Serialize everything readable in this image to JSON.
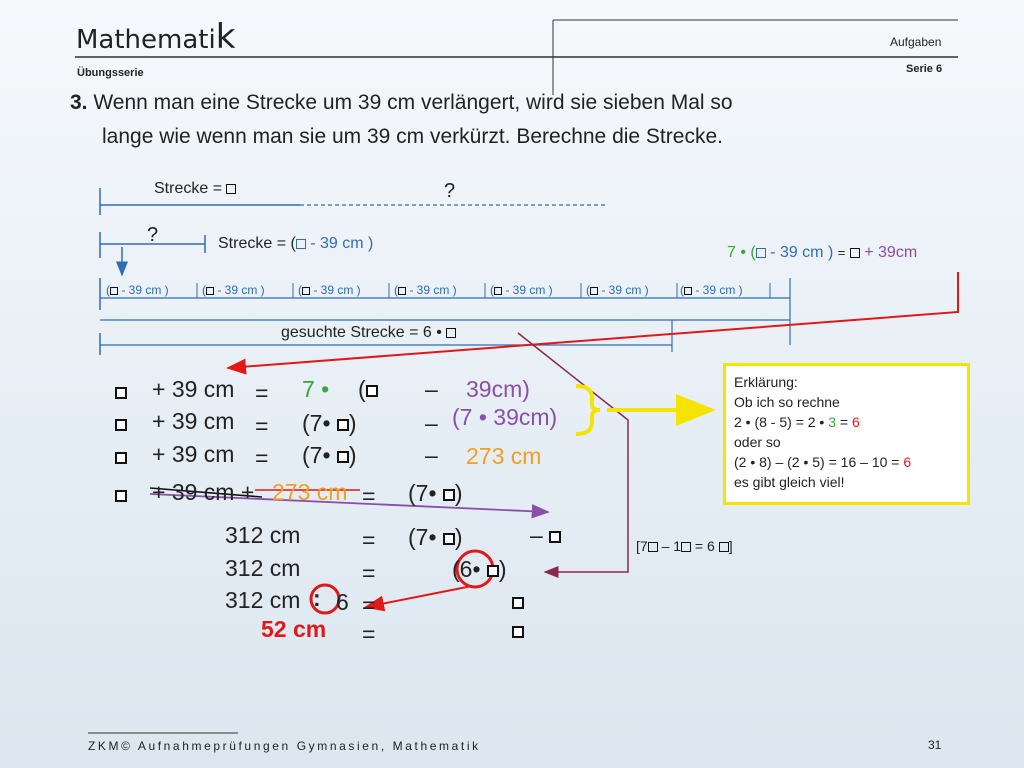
{
  "header": {
    "title": "Mathematik",
    "title_main": "Mathemati",
    "title_last": "k",
    "subtitle": "Übungsserie",
    "right_top": "Aufgaben",
    "right_bottom": "Serie 6"
  },
  "task": {
    "number": "3.",
    "line1": "Wenn man eine Strecke um 39 cm verlängert, wird sie sieben Mal so",
    "line2": "lange wie wenn man sie um 39 cm verkürzt. Berechne die Strecke."
  },
  "diagram": {
    "strecke_label": "Strecke =",
    "question": "?",
    "strecke2_label": "Strecke = (",
    "strecke2_rest": " - 39 cm )",
    "seven_label": "7 • (",
    "seven_rest": " - 39 cm )",
    "seven_eq": "=",
    "seven_plus": "+ 39cm",
    "segment_label": "( - 39 cm )",
    "segments": [
      "(",
      "(",
      "(",
      "(",
      "(",
      "(",
      "("
    ],
    "segment_rest": " - 39 cm )",
    "gesucht_label": "gesuchte Strecke = 6 •"
  },
  "equations": {
    "r1": {
      "plus": "+ 39 cm",
      "eq": "=",
      "seven": "7 •",
      "paren": "(",
      "minus": "–",
      "val": "39cm)"
    },
    "r2": {
      "plus": "+ 39 cm",
      "eq": "=",
      "seven": "(7•",
      "close": ")",
      "minus": "–",
      "val": "(7 • 39cm)"
    },
    "r3": {
      "plus": "+ 39 cm",
      "eq": "=",
      "seven": "(7•",
      "close": ")",
      "minus": "–",
      "val": "273 cm"
    },
    "r4": {
      "plus": "+ 39 cm +",
      "add": "273 cm",
      "eq": "=",
      "seven": "(7•",
      "close": ")"
    },
    "r5": {
      "left": "312 cm",
      "eq": "=",
      "seven": "(7•",
      "close": ")",
      "minus": "–"
    },
    "r6": {
      "left": "312 cm",
      "eq": "=",
      "open": "(",
      "six": "6•",
      "close": ")"
    },
    "r7": {
      "left": "312 cm",
      "div": ":",
      "six": "6",
      "eq": "="
    },
    "r8": {
      "result": "52 cm",
      "eq": "="
    },
    "note": "[7 – 1 = 6 ]",
    "note_a": "[7",
    "note_b": " – 1",
    "note_c": " = 6 ",
    "note_d": "]"
  },
  "explanation": {
    "l1": "Erklärung:",
    "l2": "Ob ich so rechne",
    "l3a": "2 • (8 - 5) = 2 •",
    "l3b": "3",
    "l3c": "=",
    "l3d": "6",
    "l4": "oder so",
    "l5a": "(2 • 8) – (2 • 5) = 16 – 10 =",
    "l5b": "6",
    "l6": "es gibt gleich viel!"
  },
  "footer": {
    "text": "ZKM© Aufnahmeprüfungen Gymnasien, Mathematik",
    "page": "31"
  }
}
